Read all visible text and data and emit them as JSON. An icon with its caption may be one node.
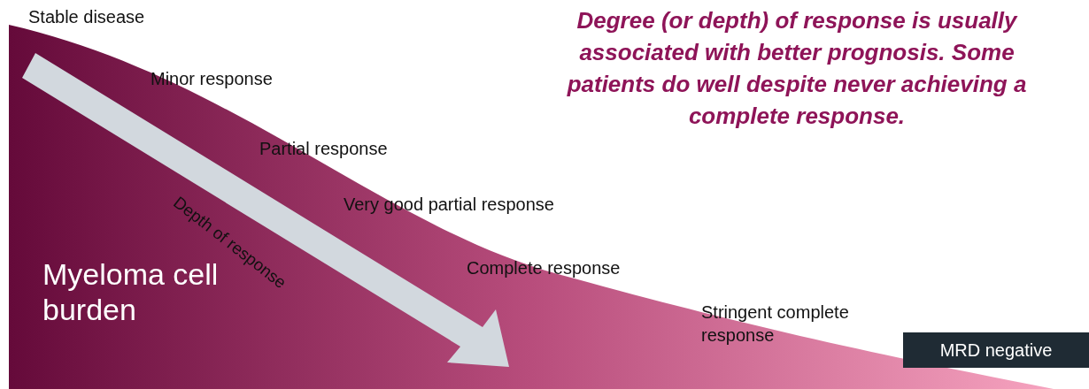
{
  "diagram": {
    "nodes": [
      {
        "text": [
          "Myeloma cell burden"
        ]
      },
      {
        "text": [
          "MRD negative"
        ]
      }
    ],
    "labels": [
      "Stable disease",
      "Minor response",
      "Partial response",
      "Very good partial response",
      "Complete response",
      "Stringent complete response",
      "Depth of response",
      "Degree (or depth) of response is usually associated with better prognosis. Some patients do well despite never achieving a complete response."
    ]
  }
}
